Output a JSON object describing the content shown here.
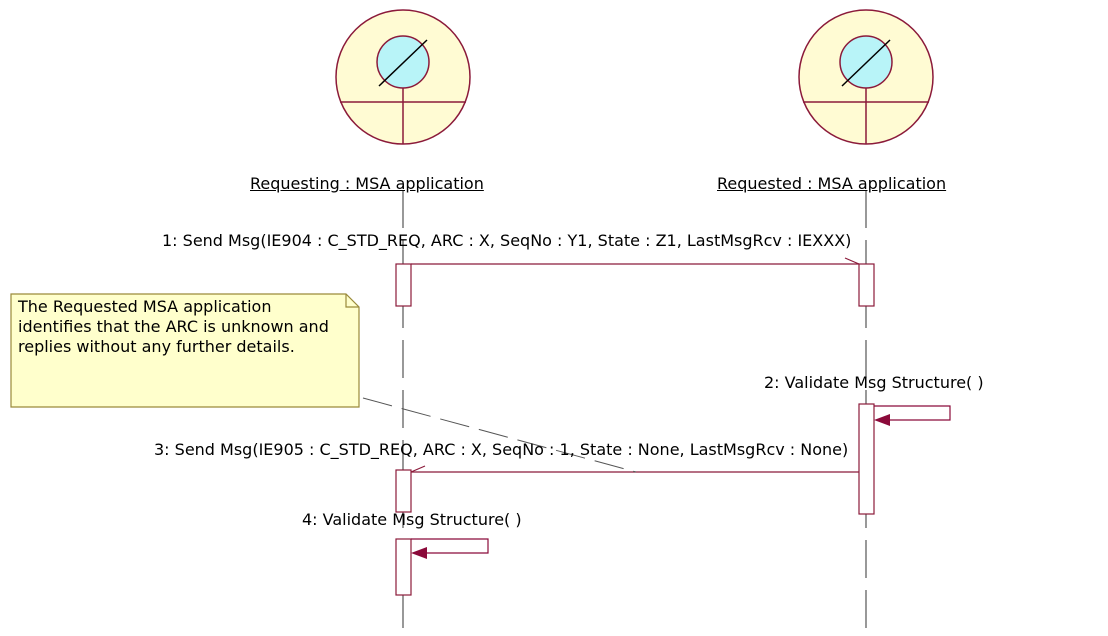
{
  "actors": [
    {
      "name": "Requesting : MSA application"
    },
    {
      "name": "Requested : MSA application"
    }
  ],
  "messages": [
    {
      "label": "1: Send Msg(IE904 : C_STD_REQ, ARC : X, SeqNo : Y1, State : Z1, LastMsgRcv : IEXXX)"
    },
    {
      "label": "2: Validate Msg Structure( )"
    },
    {
      "label": "3: Send Msg(IE905 : C_STD_REQ, ARC : X, SeqNo : 1, State : None, LastMsgRcv : None)"
    },
    {
      "label": "4: Validate Msg Structure( )"
    }
  ],
  "note": {
    "text": "The Requested MSA application identifies that the ARC is unknown and replies without any further details."
  },
  "colors": {
    "actor_fill": "#fffbd3",
    "actor_stroke": "#8b1a3a",
    "lens_fill": "#b8f4f8",
    "arrow": "#8b0a3a",
    "line": "#8b1a3a",
    "note_fill": "#ffffcc",
    "note_stroke": "#9a8a3a"
  }
}
